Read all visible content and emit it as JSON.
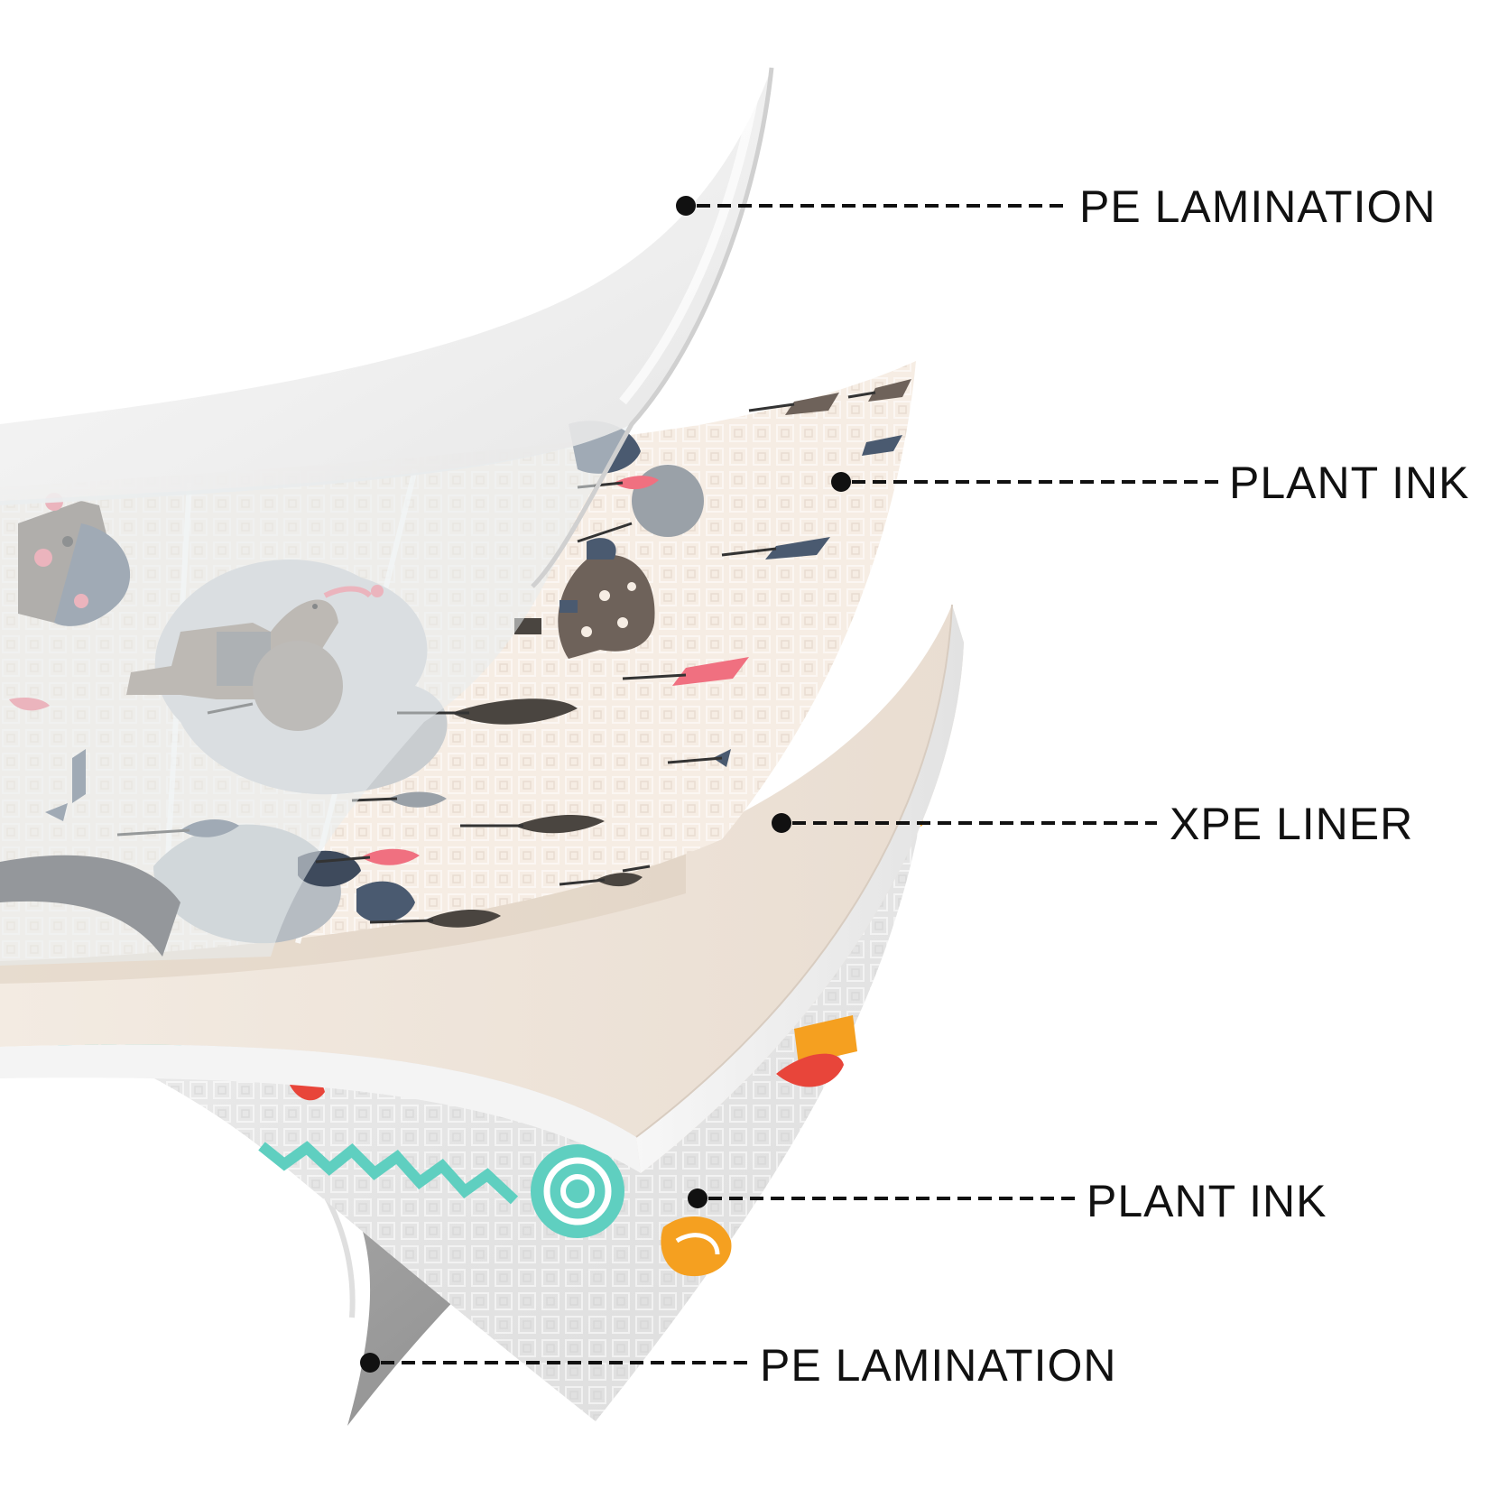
{
  "layers": [
    {
      "id": "pe-lamination-top",
      "label": "PE LAMINATION"
    },
    {
      "id": "plant-ink-top",
      "label": "PLANT INK"
    },
    {
      "id": "xpe-liner",
      "label": "XPE LINER"
    },
    {
      "id": "plant-ink-bottom",
      "label": "PLANT INK"
    },
    {
      "id": "pe-lamination-bottom",
      "label": "PE LAMINATION"
    }
  ],
  "colors": {
    "background": "#ffffff",
    "pe_lamination_top": "#f2f2f2",
    "plant_ink_top_base": "#f6ede4",
    "xpe_liner": "#ebdfd3",
    "plant_ink_bottom_base": "#e6e6e6",
    "pe_lamination_bottom": "#9e9e9e",
    "callout_line": "#111111",
    "accent_navy": "#4a5a70",
    "accent_brown": "#6e625a",
    "accent_pink": "#f07080",
    "accent_teal": "#5fcfc0",
    "accent_orange": "#f5a020",
    "accent_red": "#e8453a"
  }
}
